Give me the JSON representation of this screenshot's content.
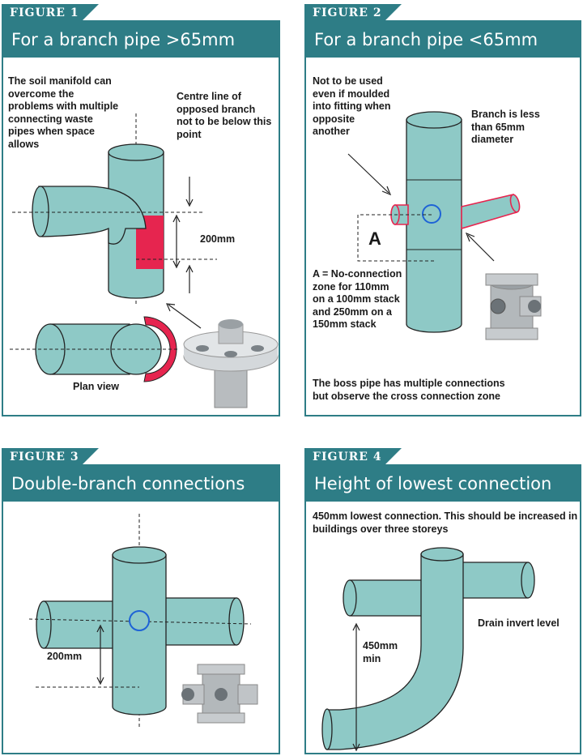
{
  "colors": {
    "teal": "#2e7d86",
    "pipe": "#8ec9c6",
    "red": "#e6254f",
    "blue": "#1e63d6"
  },
  "figure1": {
    "tag": "FIGURE 1",
    "title": "For a branch pipe >65mm",
    "note_manifold": "The soil manifold can overcome the problems with multiple connecting waste pipes when space allows",
    "note_centre_line": "Centre line of opposed branch not to be below this point",
    "dim": "200mm",
    "plan_view": "Plan view"
  },
  "figure2": {
    "tag": "FIGURE 2",
    "title": "For a branch pipe <65mm",
    "note_moulded": "Not to be used even if moulded into fitting when opposite another",
    "note_branch": "Branch is less than 65mm diameter",
    "label_a": "A",
    "note_zone": "A = No-connection zone for 110mm on a 100mm stack and 250mm on a 150mm stack",
    "note_boss": "The boss pipe has multiple connections but observe the cross connection zone"
  },
  "figure3": {
    "tag": "FIGURE 3",
    "title": "Double-branch connections",
    "dim": "200mm"
  },
  "figure4": {
    "tag": "FIGURE 4",
    "title": "Height of lowest connection",
    "note_lowest": "450mm lowest connection. This should be increased in buildings over three storeys",
    "drain_invert": "Drain invert level",
    "dim": "450mm min"
  }
}
